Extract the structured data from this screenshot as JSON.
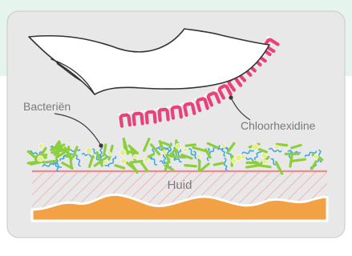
{
  "diagram": {
    "labels": {
      "bacteria": "Bacteriën",
      "chlorhexidine": "Chloorhexidine",
      "skin": "Huid"
    },
    "colors": {
      "top_band": "#e6f4ee",
      "panel": "#e8e8e9",
      "panel_border": "#c9c9cb",
      "label_text": "#7a7a7e",
      "leader_line": "#3a3a3a",
      "chlorhexidine": "#e8417b",
      "skin_line": "#ef8a8f",
      "hatch": "#f2b8ba",
      "tissue": "#f2a145",
      "tissue_outline": "#ffffff",
      "wipe": "#ffffff",
      "wipe_outline": "#333333",
      "bacteria_green": "#8ccf3a",
      "bacteria_blue": "#45a8dd",
      "bacteria_yellow": "#e7ec8c"
    },
    "icons": {
      "charge": "plus-icon"
    }
  }
}
